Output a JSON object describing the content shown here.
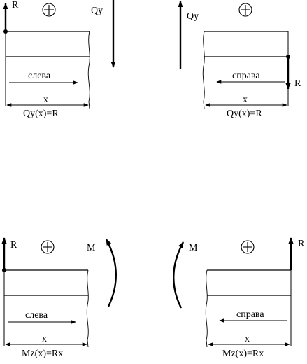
{
  "panels": {
    "shear_left": {
      "force": "R",
      "effect": "Qy",
      "direction": "слева",
      "span": "x",
      "formula": "Qy(x)=R"
    },
    "shear_right": {
      "force": "R",
      "effect": "Qy",
      "direction": "справа",
      "span": "x",
      "formula": "Qy(x)=R"
    },
    "moment_left": {
      "force": "R",
      "effect": "M",
      "direction": "слева",
      "span": "x",
      "formula": "Mz(x)=Rx"
    },
    "moment_right": {
      "force": "R",
      "effect": "M",
      "direction": "справа",
      "span": "x",
      "formula": "Mz(x)=Rx"
    }
  },
  "sign_symbol": "positive"
}
